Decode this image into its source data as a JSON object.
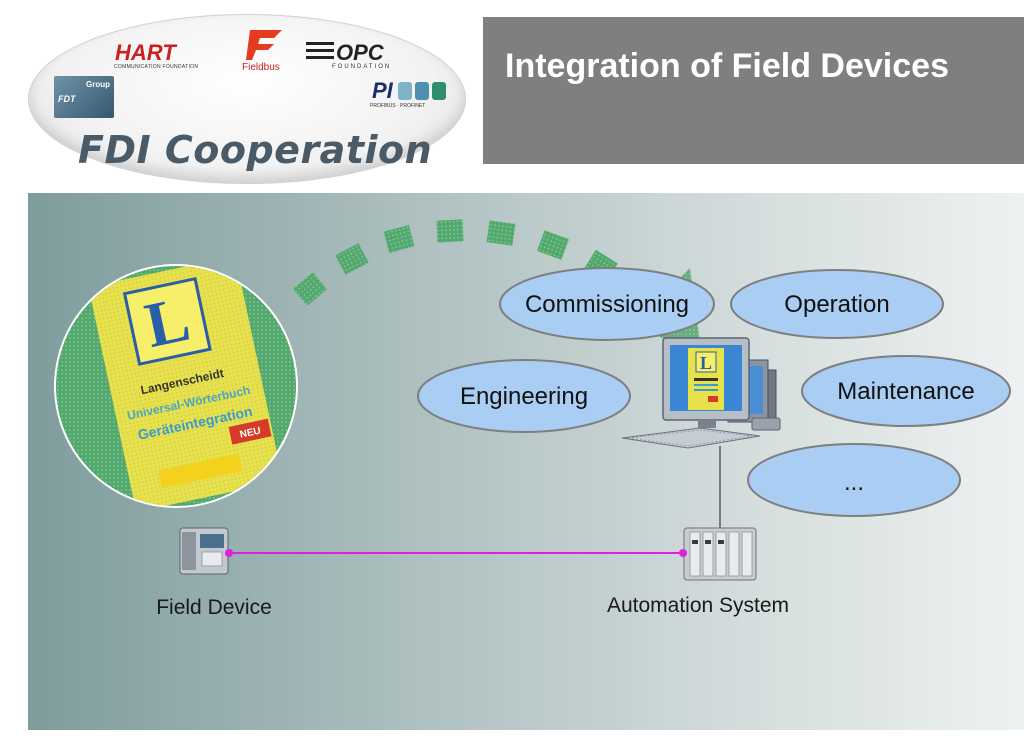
{
  "header": {
    "title": "Integration of Field Devices",
    "logo": {
      "caption": "FDI Cooperation",
      "brands": {
        "hart": "HART",
        "hart_sub": "COMMUNICATION FOUNDATION",
        "fieldbus": "Fieldbus",
        "opc": "OPC",
        "opc_sub": "FOUNDATION",
        "pi": "PI",
        "pi_sub": "PROFIBUS · PROFINET",
        "fdt": "FDT",
        "fdt_group": "Group"
      }
    }
  },
  "book": {
    "letter": "L",
    "publisher": "Langenscheidt",
    "subtitle": "Universal-Wörterbuch",
    "topic": "Geräteintegration",
    "badge": "NEU"
  },
  "tasks": {
    "commissioning": "Commissioning",
    "operation": "Operation",
    "engineering": "Engineering",
    "maintenance": "Maintenance",
    "more": "..."
  },
  "devices": {
    "field_device": "Field Device",
    "automation_system": "Automation System"
  },
  "colors": {
    "ellipse_fill": "#a9cdf3",
    "ellipse_stroke": "#7f7f7f",
    "arrow": "#3f9e5a",
    "fieldbus_line": "#e020e0",
    "book": "#e8e24a",
    "title_bg": "#7f7f7f"
  }
}
